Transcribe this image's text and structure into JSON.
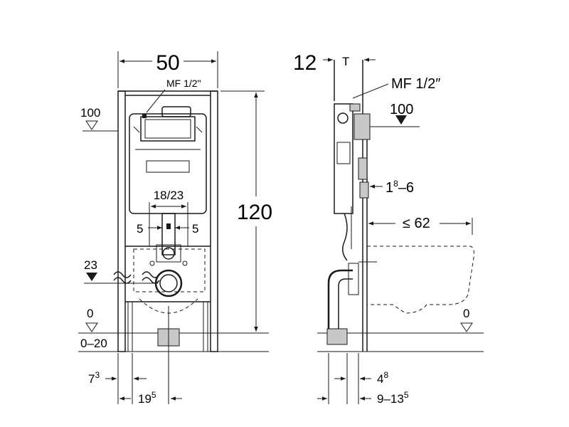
{
  "front": {
    "width": "50",
    "connection": "MF 1/2\"",
    "level_100": "100",
    "height": "120",
    "spacing": "18/23",
    "offset_left": "5",
    "offset_right": "5",
    "level_23": "23",
    "level_0": "0",
    "range": "0–20",
    "dim_7": "7",
    "dim_7_sup": "3",
    "dim_19": "19",
    "dim_19_sup": "5"
  },
  "side": {
    "depth": "12",
    "depth_var": "T",
    "connection": "MF 1/2″",
    "level_100": "100",
    "dim_1": "1",
    "dim_1_sup": "8",
    "dim_1_rest": "–6",
    "bowl": "≤ 62",
    "level_0": "0",
    "dim_4": "4",
    "dim_4_sup": "8",
    "dim_9": "9–13",
    "dim_9_sup": "5"
  }
}
